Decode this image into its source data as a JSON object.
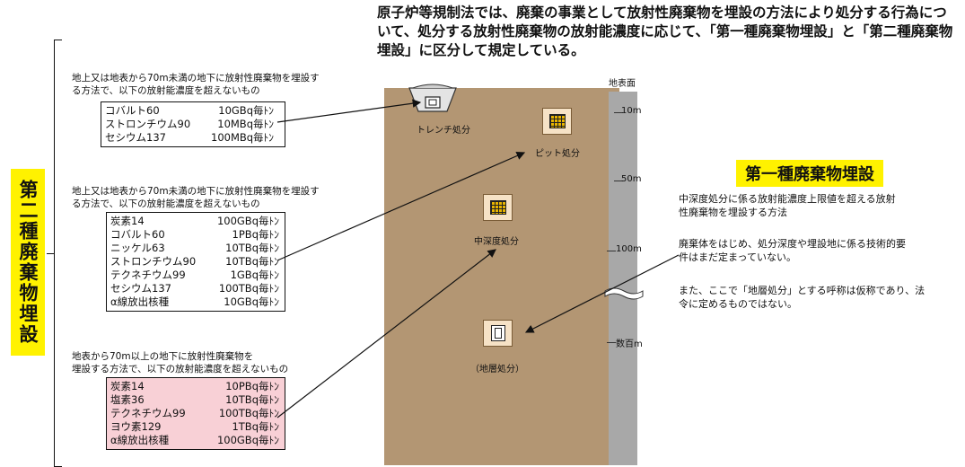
{
  "header": "原子炉等規制法では、廃棄の事業として放射性廃棄物を埋設の方法により処分する行為について、処分する放射性廃棄物の放射能濃度に応じて、「第一種廃棄物埋設」と「第二種廃棄物埋設」に区分して規定している。",
  "category2_label": "第二種廃棄物埋設",
  "groups": [
    {
      "desc_line1": "地上又は地表から70m未満の地下に放射性廃棄物を埋設す",
      "desc_line2": "る方法で、以下の放射能濃度を超えないもの",
      "rows": [
        {
          "name": "コバルト60",
          "value": "10GBq毎ﾄﾝ"
        },
        {
          "name": "ストロンチウム90",
          "value": "10MBq毎ﾄﾝ"
        },
        {
          "name": "セシウム137",
          "value": "100MBq毎ﾄﾝ"
        }
      ]
    },
    {
      "desc_line1": "地上又は地表から70m未満の地下に放射性廃棄物を埋設す",
      "desc_line2": "る方法で、以下の放射能濃度を超えないもの",
      "rows": [
        {
          "name": "炭素14",
          "value": "100GBq毎ﾄﾝ"
        },
        {
          "name": "コバルト60",
          "value": "1PBq毎ﾄﾝ"
        },
        {
          "name": "ニッケル63",
          "value": "10TBq毎ﾄﾝ"
        },
        {
          "name": "ストロンチウム90",
          "value": "10TBq毎ﾄﾝ"
        },
        {
          "name": "テクネチウム99",
          "value": "1GBq毎ﾄﾝ"
        },
        {
          "name": "セシウム137",
          "value": "100TBq毎ﾄﾝ"
        },
        {
          "name": "α線放出核種",
          "value": "10GBq毎ﾄﾝ"
        }
      ]
    },
    {
      "desc_line1": "地表から70m以上の地下に放射性廃棄物を",
      "desc_line2": "埋設する方法で、以下の放射能濃度を超えないもの",
      "rows": [
        {
          "name": "炭素14",
          "value": "10PBq毎ﾄﾝ"
        },
        {
          "name": "塩素36",
          "value": "10TBq毎ﾄﾝ"
        },
        {
          "name": "テクネチウム99",
          "value": "100TBq毎ﾄﾝ"
        },
        {
          "name": "ヨウ素129",
          "value": "1TBq毎ﾄﾝ"
        },
        {
          "name": "α線放出核種",
          "value": "100GBq毎ﾄﾝ"
        }
      ]
    }
  ],
  "diagram": {
    "surface_label": "地表面",
    "depths": [
      "10m",
      "50m",
      "100m",
      "数百m"
    ],
    "facilities": [
      "トレンチ処分",
      "ピット処分",
      "中深度処分",
      "（地層処分）"
    ],
    "colors": {
      "soil": "#b39673",
      "ruler": "#a8a8a8",
      "facility": "#f6e2c6",
      "grid": "#e8b400"
    }
  },
  "category1": {
    "title": "第一種廃棄物埋設",
    "paragraphs": [
      [
        "中深度処分に係る放射能濃度上限値を超える放射",
        "性廃棄物を埋設する方法"
      ],
      [
        "廃棄体をはじめ、処分深度や埋設地に係る技術的要",
        "件はまだ定まっていない。"
      ],
      [
        "また、ここで「地層処分」とする呼称は仮称であり、法",
        "令に定めるものではない。"
      ]
    ]
  },
  "accent": {
    "highlight": "#fff200",
    "pink_box": "#f8d0d6"
  }
}
